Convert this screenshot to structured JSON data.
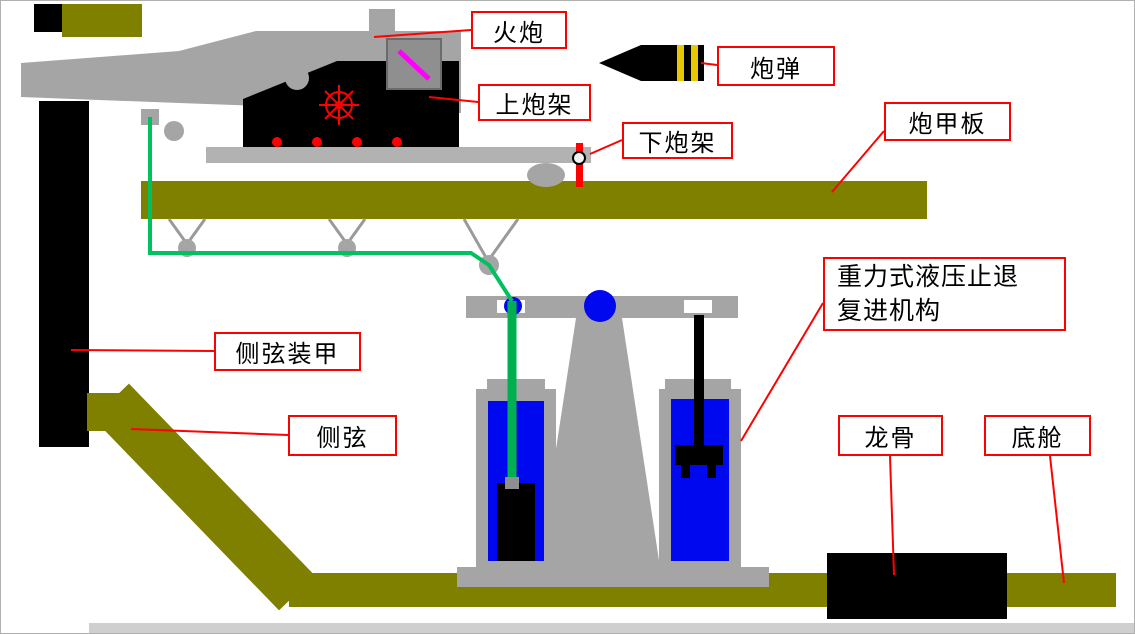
{
  "diagram": {
    "description": "naval-gun-mount-cross-section-diagram",
    "labels": {
      "gun": "火炮",
      "shell": "炮弹",
      "upper_carriage": "上炮架",
      "lower_carriage": "下炮架",
      "gun_deck": "炮甲板",
      "recoil_mechanism": "重力式液压止退\n复进机构",
      "side_armor": "侧弦装甲",
      "side_hull": "侧弦",
      "keel": "龙骨",
      "bottom_hold": "底舱"
    },
    "colors": {
      "hull_olive": "#7f7f00",
      "steel_gray": "#a5a5a5",
      "structure_black": "#000000",
      "hydraulic_blue": "#0008f0",
      "tube_green": "#00b050",
      "callout_red": "#ff0000",
      "marker_magenta": "#ff00ff",
      "shell_band_yellow": "#e6c700"
    }
  }
}
